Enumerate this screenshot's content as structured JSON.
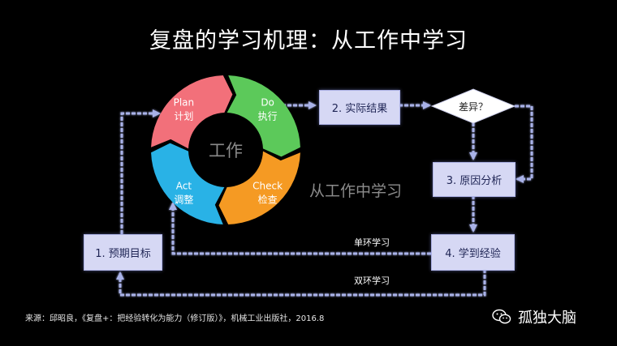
{
  "title": "复盘的学习机理：从工作中学习",
  "pdca": {
    "center": "工作",
    "segments": [
      {
        "en": "Plan",
        "zh": "计划",
        "color": "#f2707a"
      },
      {
        "en": "Do",
        "zh": "执行",
        "color": "#5cc95a"
      },
      {
        "en": "Check",
        "zh": "检查",
        "color": "#f59a23"
      },
      {
        "en": "Act",
        "zh": "调整",
        "color": "#29b2e6"
      }
    ]
  },
  "boxes": {
    "goal": "1. 预期目标",
    "result": "2. 实际结果",
    "diff": "差异？",
    "analysis": "3. 原因分析",
    "learn": "4. 学到经验"
  },
  "labels": {
    "learn_center": "从工作中学习",
    "single_loop": "单环学习",
    "double_loop": "双环学习"
  },
  "source": "来源：邱昭良，《复盘+：把经验转化为能力（修订版）》，机械工业出版社，2016.8",
  "brand": "孤独大脑",
  "colors": {
    "background": "#000000",
    "box_fill": "#d6d8f4",
    "arrow": "#a9b2e8"
  }
}
